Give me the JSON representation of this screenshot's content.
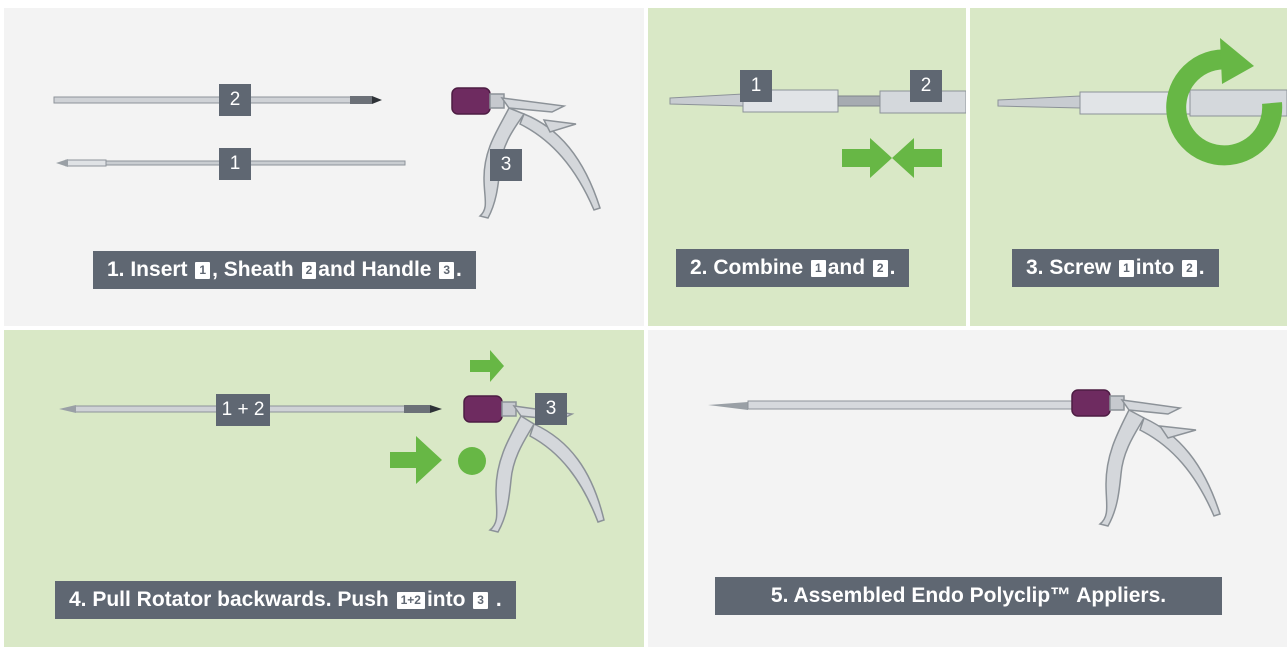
{
  "steps": [
    {
      "caption": {
        "a": "1. Insert",
        "b": "1",
        "c": ", Sheath",
        "d": "2",
        "e": "and Handle",
        "f": "3",
        "g": "."
      },
      "tags": [
        "2",
        "1",
        "3"
      ]
    },
    {
      "caption": {
        "a": "2. Combine",
        "b": "1",
        "c": "and",
        "d": "2",
        "e": "."
      },
      "tags": [
        "1",
        "2"
      ]
    },
    {
      "caption": {
        "a": "3. Screw",
        "b": "1",
        "c": "into",
        "d": "2",
        "e": "."
      }
    },
    {
      "caption": {
        "a": "4. Pull Rotator backwards. Push",
        "b": "1+2",
        "c": "into",
        "d": "3",
        "e": "."
      },
      "tags": [
        "1 + 2",
        "3"
      ]
    },
    {
      "caption": {
        "a": "5. Assembled Endo Polyclip™ Appliers."
      }
    }
  ],
  "colors": {
    "grey_bg": "#f3f3f3",
    "green_bg": "#d9e8c6",
    "label_bg": "#5f6772",
    "arrow_green": "#67b745",
    "knob_purple": "#6e2b60"
  }
}
